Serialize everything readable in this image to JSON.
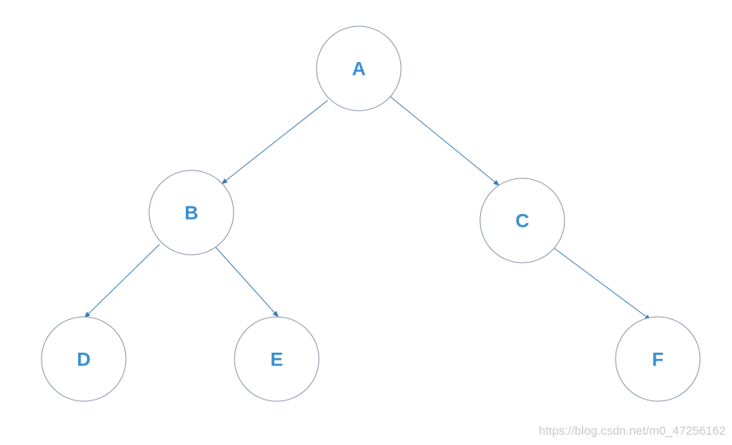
{
  "diagram": {
    "type": "tree",
    "nodes": [
      {
        "id": "A",
        "label": "A"
      },
      {
        "id": "B",
        "label": "B"
      },
      {
        "id": "C",
        "label": "C"
      },
      {
        "id": "D",
        "label": "D"
      },
      {
        "id": "E",
        "label": "E"
      },
      {
        "id": "F",
        "label": "F"
      }
    ],
    "edges": [
      {
        "from": "A",
        "to": "B"
      },
      {
        "from": "A",
        "to": "C"
      },
      {
        "from": "B",
        "to": "D"
      },
      {
        "from": "B",
        "to": "E"
      },
      {
        "from": "C",
        "to": "F"
      }
    ]
  },
  "colors": {
    "label": "#3a8fd0",
    "edge": "#3e7db3",
    "node_border": "#8a94a8"
  },
  "watermark": "https://blog.csdn.net/m0_47256162"
}
